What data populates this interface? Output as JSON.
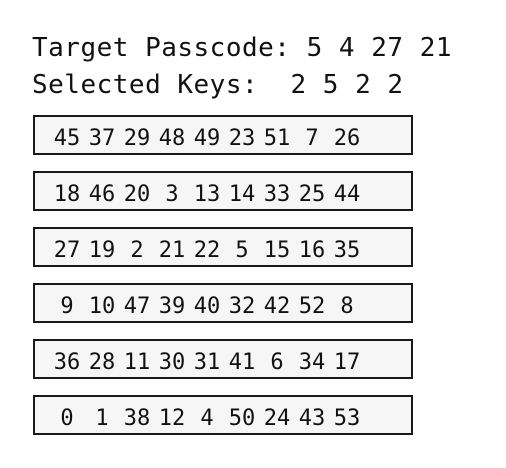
{
  "header": {
    "target_label": "Target Passcode:",
    "target_code": [
      "5",
      "4",
      "27",
      "21"
    ],
    "selected_label": "Selected Keys:",
    "selected_keys": [
      "2",
      "5",
      "2",
      "2"
    ]
  },
  "keypad": {
    "rows": [
      [
        "45",
        "37",
        "29",
        "48",
        "49",
        "23",
        "51",
        "7",
        "26"
      ],
      [
        "18",
        "46",
        "20",
        "3",
        "13",
        "14",
        "33",
        "25",
        "44"
      ],
      [
        "27",
        "19",
        "2",
        "21",
        "22",
        "5",
        "15",
        "16",
        "35"
      ],
      [
        "9",
        "10",
        "47",
        "39",
        "40",
        "32",
        "42",
        "52",
        "8"
      ],
      [
        "36",
        "28",
        "11",
        "30",
        "31",
        "41",
        "6",
        "34",
        "17"
      ],
      [
        "0",
        "1",
        "38",
        "12",
        "4",
        "50",
        "24",
        "43",
        "53"
      ]
    ]
  }
}
